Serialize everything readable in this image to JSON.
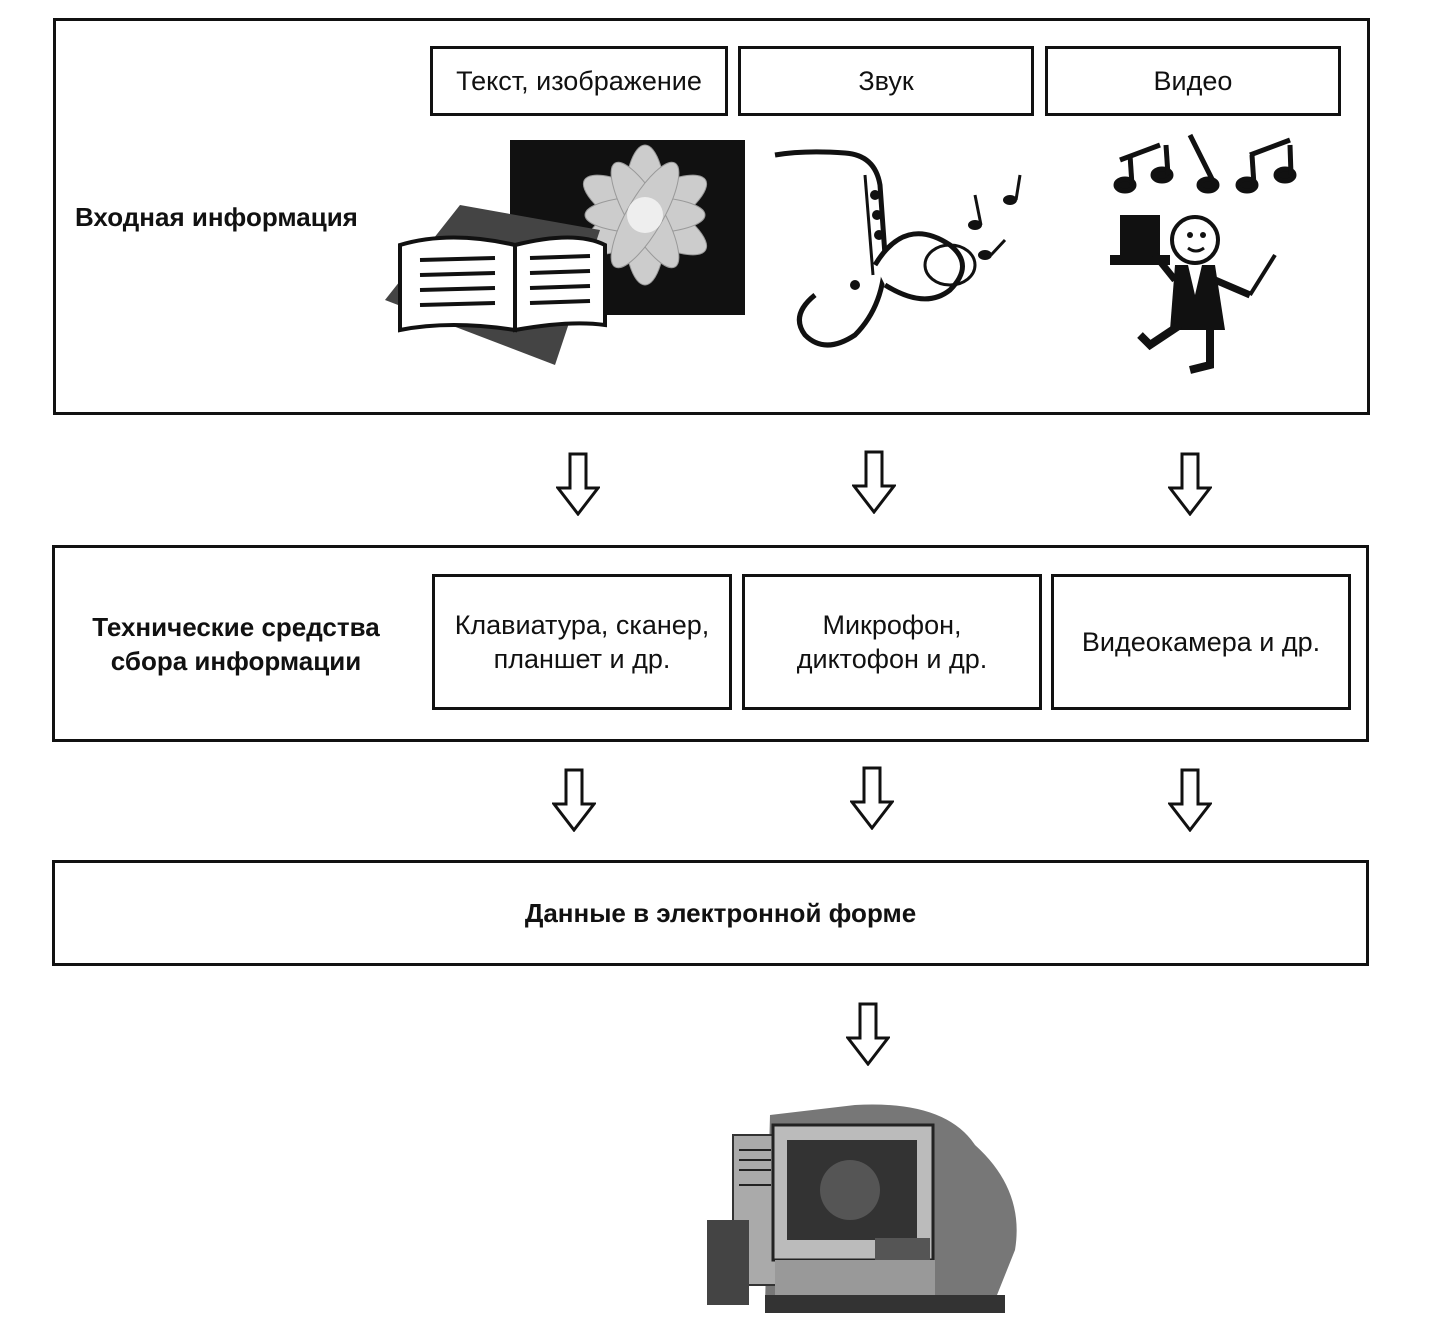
{
  "input_section": {
    "label": "Входная информация",
    "categories": [
      "Текст, изображение",
      "Звук",
      "Видео"
    ],
    "icons": [
      "book-flower-icon",
      "saxophone-icon",
      "dancer-icon"
    ]
  },
  "tools_section": {
    "label_line1": "Технические средства",
    "label_line2": "сбора информации",
    "devices": [
      {
        "line1": "Клавиатура, сканер,",
        "line2": "планшет и др."
      },
      {
        "line1": "Микрофон,",
        "line2": "диктофон и др."
      },
      {
        "line1": "Видеокамера и др.",
        "line2": ""
      }
    ]
  },
  "output_section": {
    "label": "Данные в электронной форме",
    "icon": "computer-icon"
  }
}
